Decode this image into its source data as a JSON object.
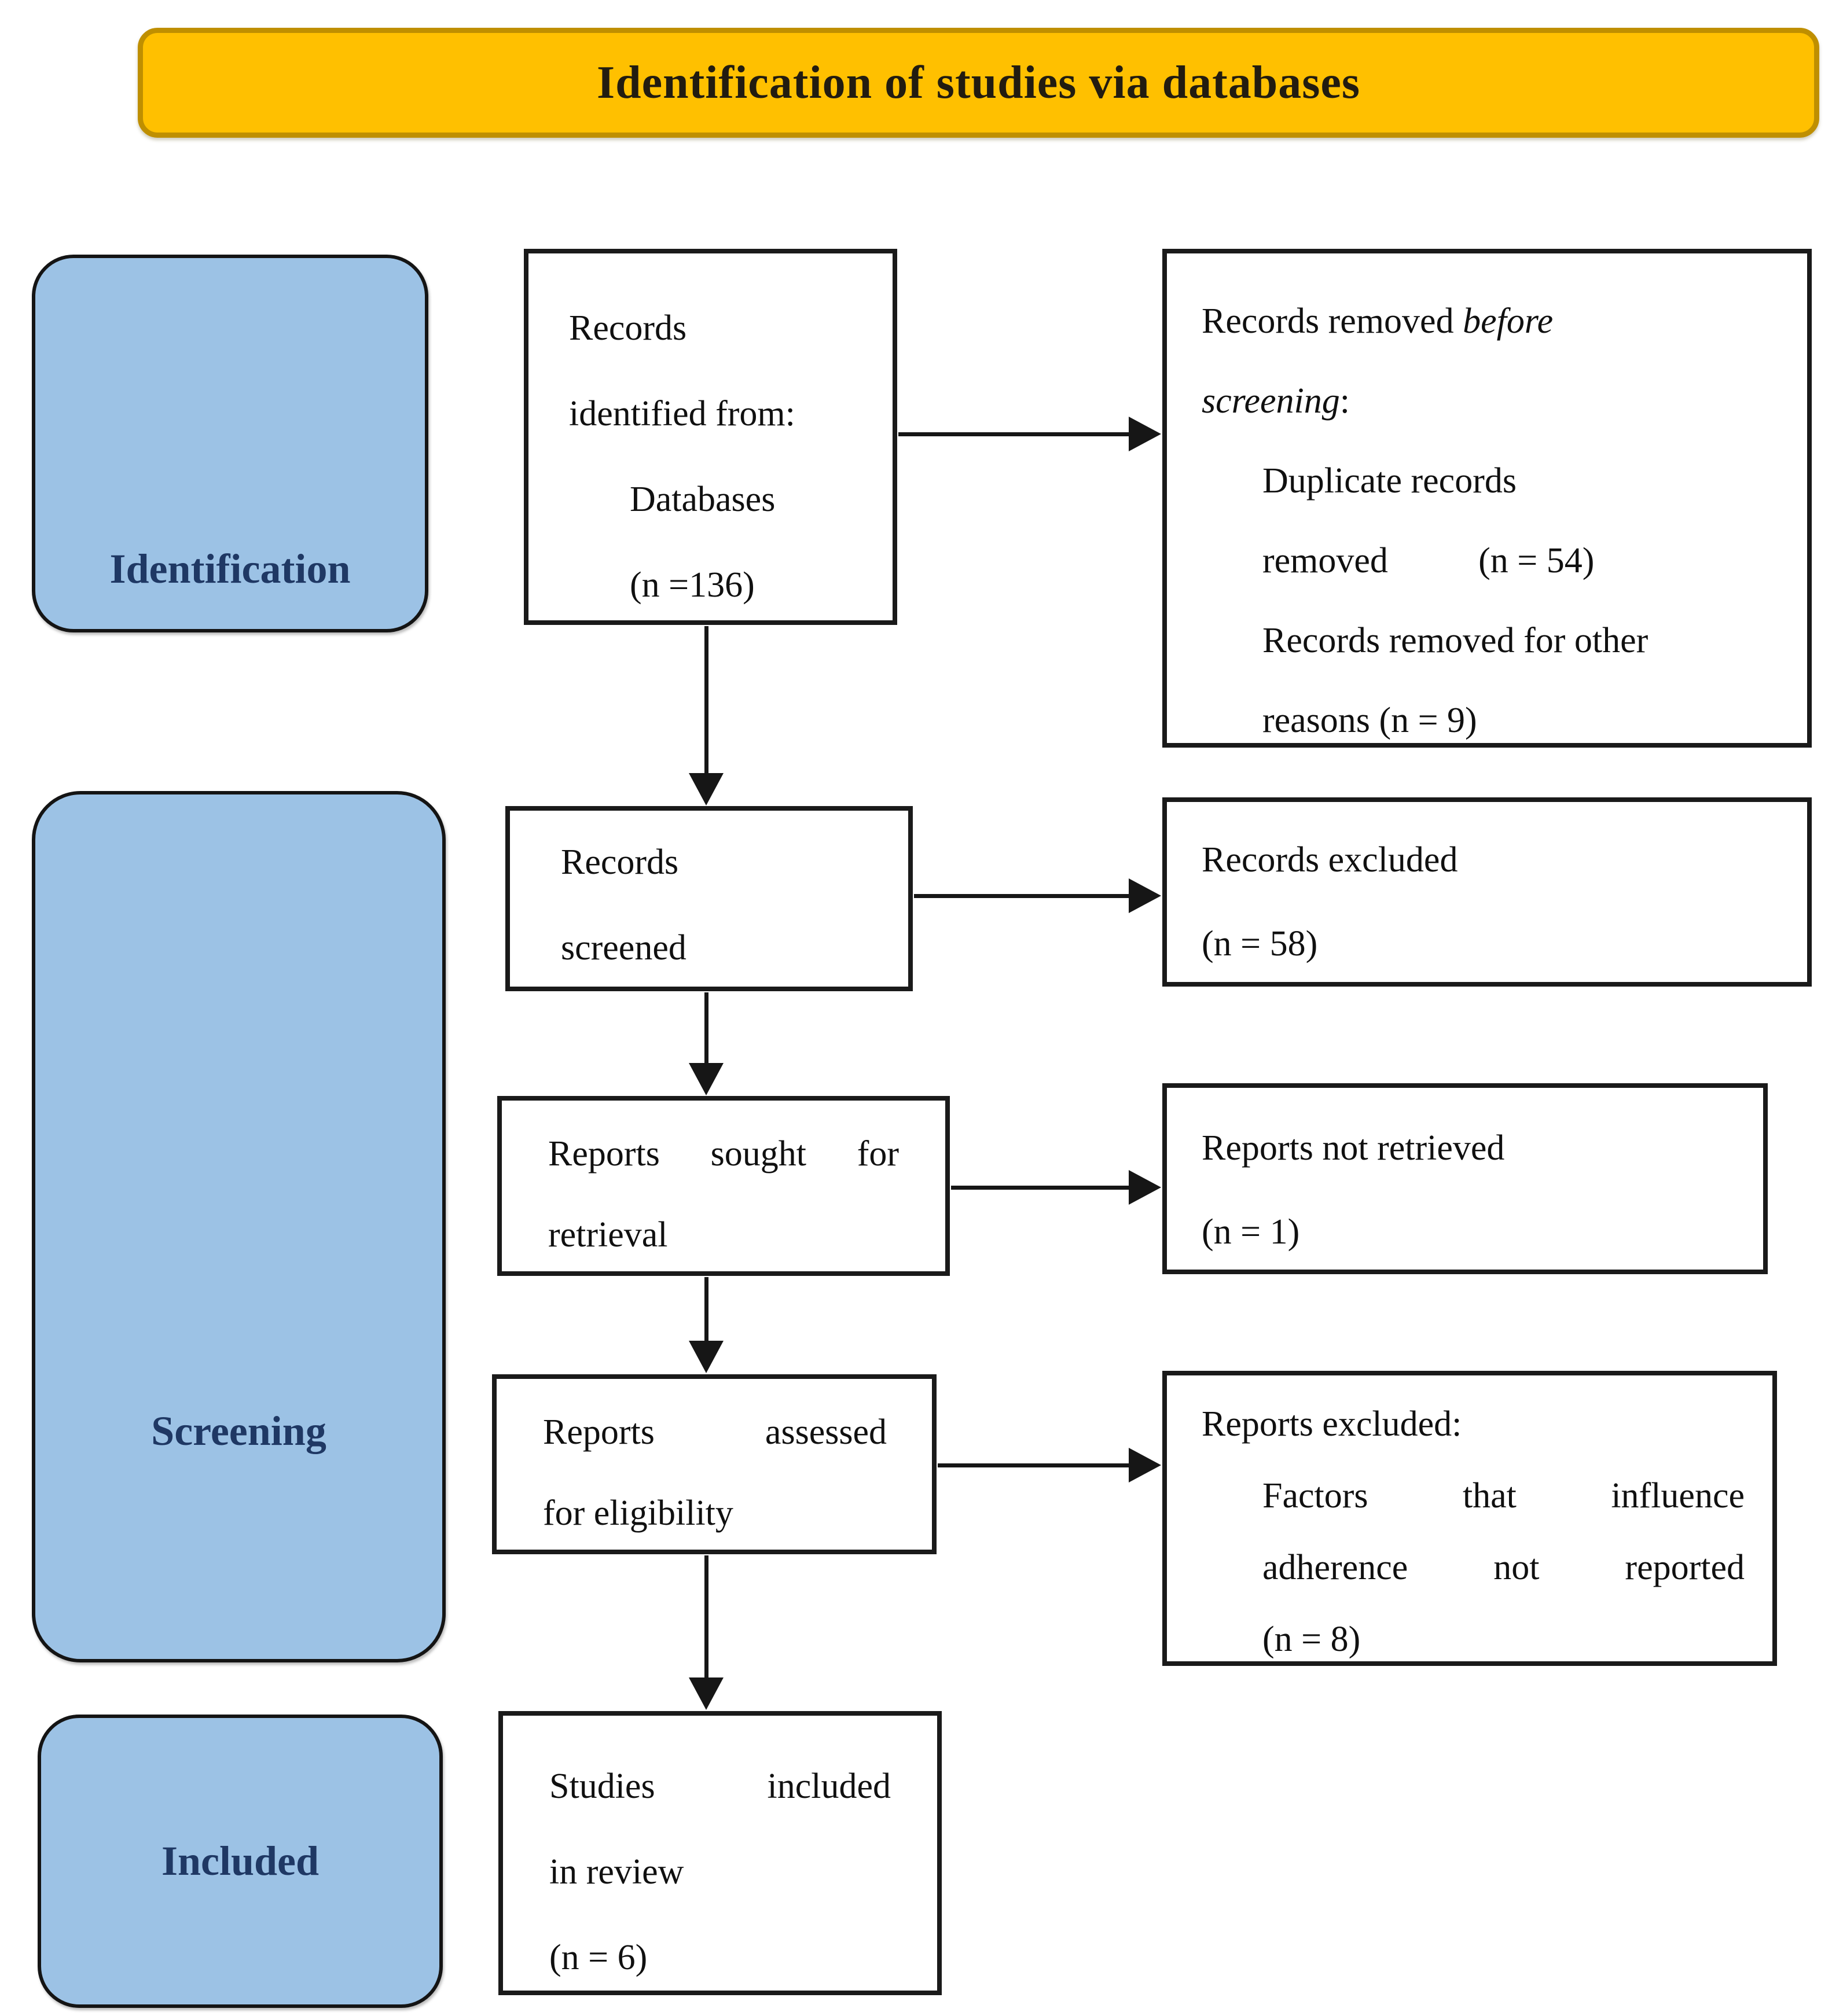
{
  "banner": {
    "title": "Identification of studies via databases"
  },
  "colors": {
    "banner_bg": "#FFC000",
    "banner_border": "#BF8F00",
    "stage_bg": "#9CC2E5",
    "stage_text": "#1F3864",
    "box_bg": "#FFFFFF",
    "box_border": "#1A1A1A",
    "arrow": "#161616",
    "text_color": "#101010",
    "page_bg": "#FFFFFF"
  },
  "stages": {
    "identification": "Identification",
    "screening": "Screening",
    "included": "Included"
  },
  "flow": {
    "records_identified": {
      "lines": [
        "Records",
        "identified from:",
        "Databases",
        "(n =136)"
      ]
    },
    "records_screened": {
      "lines": [
        "Records",
        "screened"
      ]
    },
    "reports_sought": {
      "lines": [
        "Reports sought for",
        "retrieval"
      ]
    },
    "reports_assessed": {
      "lines": [
        "Reports assessed",
        "for eligibility"
      ]
    },
    "studies_included": {
      "lines": [
        "Studies included",
        "in review",
        "(n = 6)"
      ]
    },
    "records_removed": {
      "intro_regular": "Records removed ",
      "intro_italic": "before",
      "intro2_italic": "screening",
      "intro2_colon": ":",
      "items": [
        "Duplicate records",
        "removed",
        "(n = 54)",
        "Records removed for other",
        "reasons (n = 9)"
      ]
    },
    "records_excluded": {
      "lines": [
        "Records excluded",
        "(n = 58)"
      ]
    },
    "reports_not_retrieved": {
      "lines": [
        "Reports not retrieved",
        "(n = 1)"
      ]
    },
    "reports_excluded": {
      "heading": "Reports excluded:",
      "items": [
        "Factors that influence",
        "adherence not reported",
        "(n = 8)"
      ]
    }
  }
}
